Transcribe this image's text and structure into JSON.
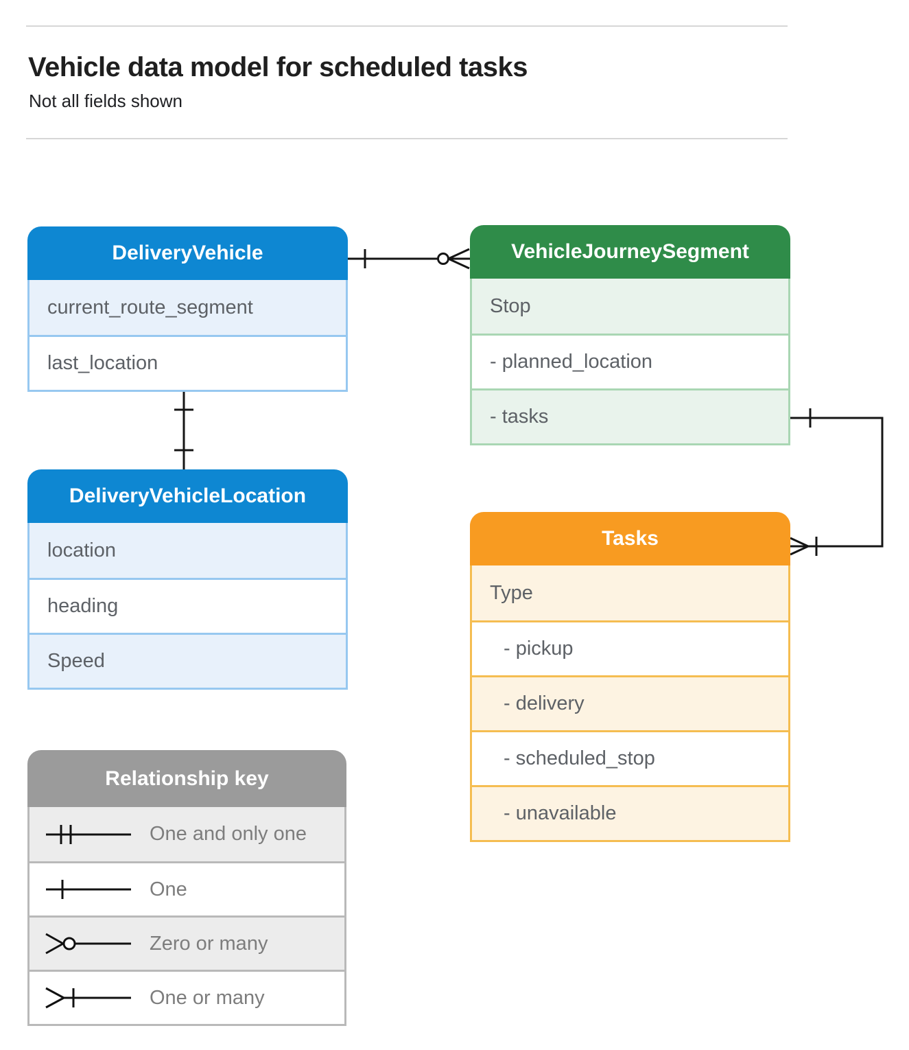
{
  "page": {
    "title": "Vehicle data model for scheduled tasks",
    "subtitle": "Not all fields shown"
  },
  "colors": {
    "blue_header": "#0e87d2",
    "blue_tint": "#e8f1fb",
    "green_header": "#2f8c49",
    "green_tint": "#e9f3ec",
    "orange_header": "#f89b21",
    "orange_tint": "#fdf3e2",
    "gray_header": "#9b9b9b",
    "gray_tint": "#ececec",
    "row_text": "#5d6166",
    "connector": "#151515"
  },
  "entities": {
    "delivery_vehicle": {
      "title": "DeliveryVehicle",
      "rows": [
        "current_route_segment",
        "last_location"
      ]
    },
    "vehicle_journey_segment": {
      "title": "VehicleJourneySegment",
      "rows": [
        "Stop",
        "- planned_location",
        "- tasks"
      ]
    },
    "delivery_vehicle_location": {
      "title": "DeliveryVehicleLocation",
      "rows": [
        "location",
        "heading",
        "Speed"
      ]
    },
    "tasks": {
      "title": "Tasks",
      "rows": [
        "Type",
        "- pickup",
        "- delivery",
        "- scheduled_stop",
        "- unavailable"
      ]
    }
  },
  "legend": {
    "title": "Relationship key",
    "items": [
      {
        "symbol": "one-and-only-one-symbol",
        "label": "One and only one"
      },
      {
        "symbol": "one-symbol",
        "label": "One"
      },
      {
        "symbol": "zero-or-many-symbol",
        "label": "Zero or many"
      },
      {
        "symbol": "one-or-many-symbol",
        "label": "One or many"
      }
    ]
  },
  "connectors": [
    {
      "from": "DeliveryVehicle",
      "to": "VehicleJourneySegment",
      "from_end": "one",
      "to_end": "zero-or-many"
    },
    {
      "from": "DeliveryVehicle",
      "to": "DeliveryVehicleLocation",
      "from_end": "one",
      "to_end": "one"
    },
    {
      "from": "VehicleJourneySegment.tasks",
      "to": "Tasks",
      "from_end": "one",
      "to_end": "one-or-many"
    }
  ]
}
